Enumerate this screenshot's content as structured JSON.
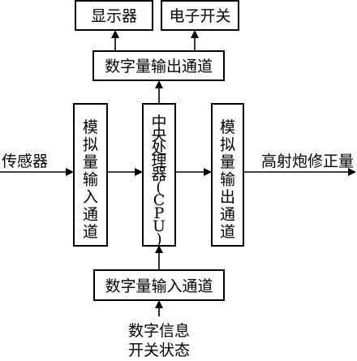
{
  "blocks": {
    "display": "显示器",
    "electronic_switch": "电子开关",
    "digital_output_channel": "数字量输出通道",
    "analog_input_channel": [
      "模",
      "拟",
      "量",
      "输",
      "入",
      "通",
      "道"
    ],
    "cpu": [
      "中",
      "央",
      "处",
      "理",
      "器",
      "(",
      "C",
      "P",
      "U",
      ")"
    ],
    "analog_output_channel": [
      "模",
      "拟",
      "量",
      "输",
      "出",
      "通",
      "道"
    ],
    "digital_input_channel": "数字量输入通道"
  },
  "signals": {
    "sensor": "传感器",
    "output": "高射炮修正量",
    "digital_info_line1": "数字信息",
    "digital_info_line2": "开关状态"
  }
}
